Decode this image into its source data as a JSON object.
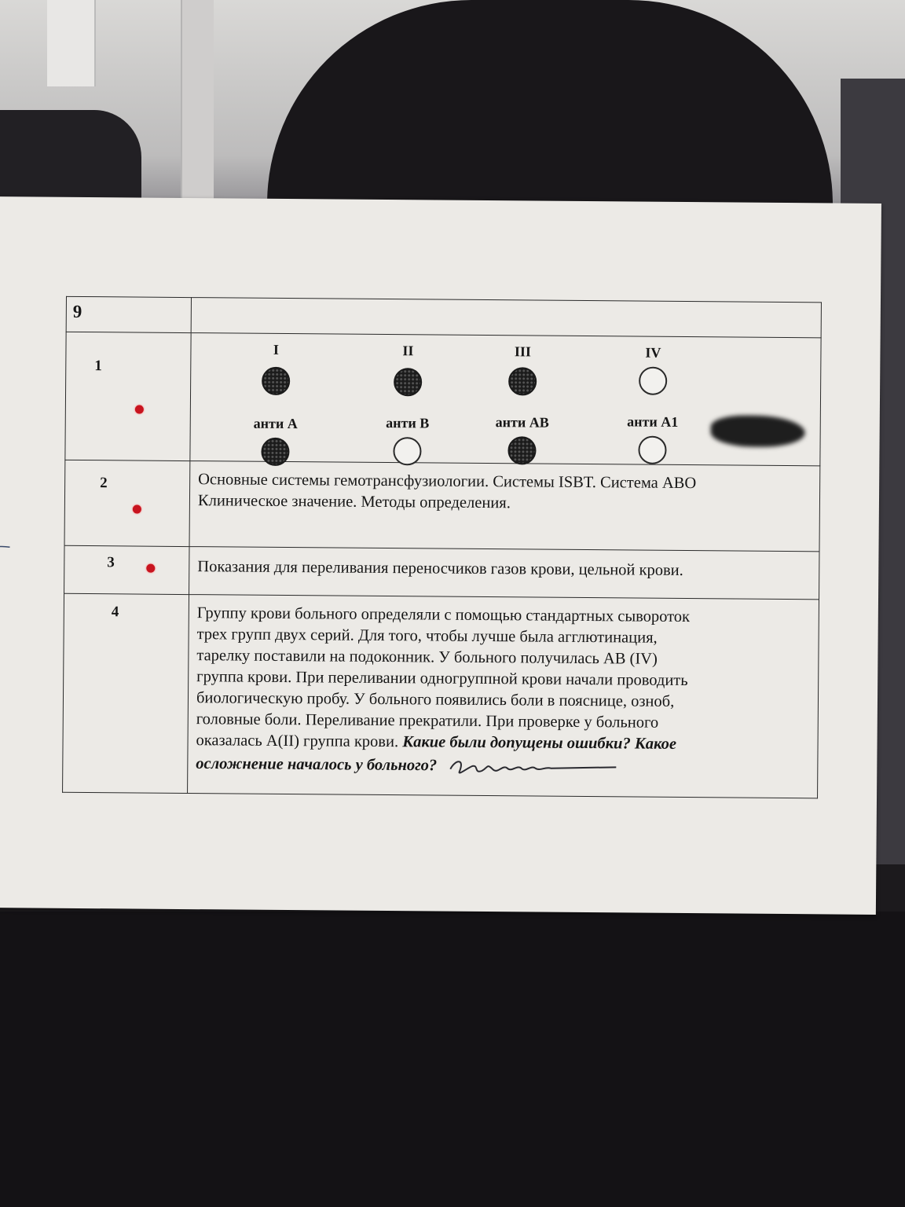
{
  "ticket": {
    "number": "9",
    "questions": [
      {
        "number": "1",
        "type": "agglutination-diagram",
        "sera_row": [
          {
            "label": "I",
            "agglutination": true
          },
          {
            "label": "II",
            "agglutination": true
          },
          {
            "label": "III",
            "agglutination": true
          },
          {
            "label": "IV",
            "agglutination": false
          }
        ],
        "antibody_row": [
          {
            "label": "анти А",
            "agglutination": true
          },
          {
            "label": "анти В",
            "agglutination": false
          },
          {
            "label": "анти АВ",
            "agglutination": true
          },
          {
            "label": "анти А1",
            "agglutination": false
          }
        ]
      },
      {
        "number": "2",
        "line1": "Основные системы гемотрансфузиологии. Системы ISBT. Система АВО",
        "line2": "Клиническое значение. Методы определения."
      },
      {
        "number": "3",
        "text": "Показания для переливания переносчиков газов крови, цельной крови."
      },
      {
        "number": "4",
        "lines": [
          "Группу крови больного определяли с помощью стандартных сывороток",
          "трех групп двух серий. Для того, чтобы лучше была агглютинация,",
          "тарелку поставили на подоконник. У больного получилась АВ (IV)",
          "группа крови. При переливании одногруппной крови начали проводить",
          "биологическую пробу. У больного появились боли в пояснице, озноб,",
          "головные боли. Переливание прекратили. При проверке у больного"
        ],
        "line7_plain": "оказалась А(II) группа крови.",
        "line7_emph": "Какие были допущены ошибки? Какое",
        "line8_emph": "осложнение началось у больного?"
      }
    ]
  },
  "colors": {
    "paper": "#eceae6",
    "ink": "#161616",
    "red_mark": "#c8141f"
  }
}
